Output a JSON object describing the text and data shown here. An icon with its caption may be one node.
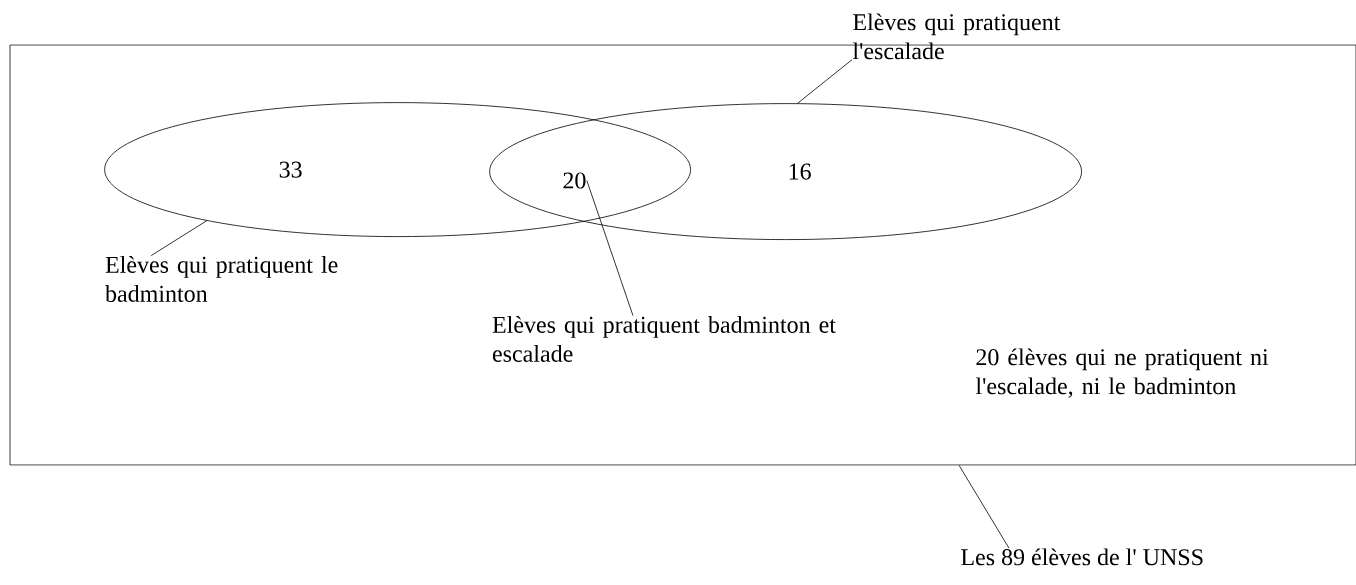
{
  "diagram": {
    "nodes": [
      {
        "text": [],
        "shape": "box"
      },
      {
        "text": [
          "33"
        ],
        "in": 0
      },
      {
        "text": [
          "16"
        ],
        "in": 0
      },
      {
        "text": [
          "20"
        ]
      },
      {
        "text": [
          "Elèves qui pratiquent l'escalade"
        ]
      },
      {
        "text": [
          "Elèves qui pratiquent le badminton"
        ],
        "in": 0
      },
      {
        "text": [
          "Elèves qui pratiquent badminton et escalade"
        ],
        "in": 0
      },
      {
        "text": [
          "Les 89 élèves de  l' UNSS"
        ]
      }
    ],
    "edges": [
      {
        "from": 4,
        "to": 2,
        "arrow": "none"
      },
      {
        "from": 5,
        "to": 1,
        "arrow": "none"
      },
      {
        "from": 6,
        "to": 3,
        "arrow": "none"
      },
      {
        "from": 7,
        "to": 0,
        "arrow": "none"
      }
    ],
    "labels": [
      "20 élèves qui ne pratiquent ni l'escalade, ni le badminton"
    ]
  }
}
